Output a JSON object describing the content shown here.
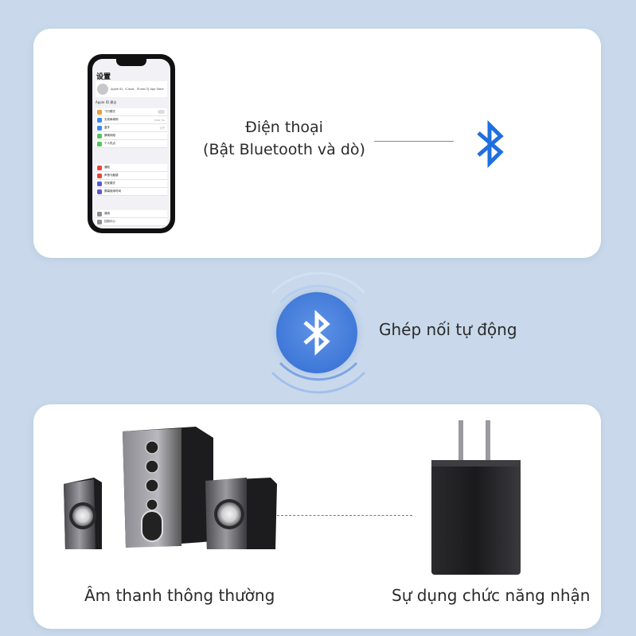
{
  "phone_screen": {
    "title": "设置",
    "profile_text": "Apple ID、iCloud、iTunes 与 App Store",
    "appleid_suggestion": "Apple ID 建议",
    "group1": [
      {
        "label": "飞行模式",
        "value": "",
        "icon_color": "#f19a38"
      },
      {
        "label": "无线局域网",
        "value": "STAR_5G",
        "icon_color": "#3c8af0"
      },
      {
        "label": "蓝牙",
        "value": "打开",
        "icon_color": "#3c8af0"
      },
      {
        "label": "蜂窝网络",
        "value": "",
        "icon_color": "#58c35a"
      },
      {
        "label": "个人热点",
        "value": "",
        "icon_color": "#58c35a"
      }
    ],
    "group2": [
      {
        "label": "通知",
        "icon_color": "#e8463d"
      },
      {
        "label": "声音与触感",
        "icon_color": "#e8463d"
      },
      {
        "label": "勿扰模式",
        "icon_color": "#5b56d4"
      },
      {
        "label": "屏幕使用时间",
        "icon_color": "#5b56d4"
      }
    ],
    "group3": [
      {
        "label": "通用",
        "icon_color": "#8e8e93"
      },
      {
        "label": "控制中心",
        "icon_color": "#8e8e93"
      }
    ]
  },
  "top_card": {
    "line1": "Điện thoại",
    "line2": "(Bật Bluetooth và dò)",
    "bluetooth_icon": "bluetooth-icon"
  },
  "middle": {
    "pair_label": "Ghép nối tự động",
    "bluetooth_icon": "bluetooth-icon"
  },
  "bottom_card": {
    "speaker_label": "Âm thanh thông thường",
    "receiver_label": "Sự dụng chức năng nhận"
  },
  "colors": {
    "background": "#c9d9eb",
    "bluetooth_blue": "#1f6fe0",
    "circle_blue": "#3f78d8"
  }
}
